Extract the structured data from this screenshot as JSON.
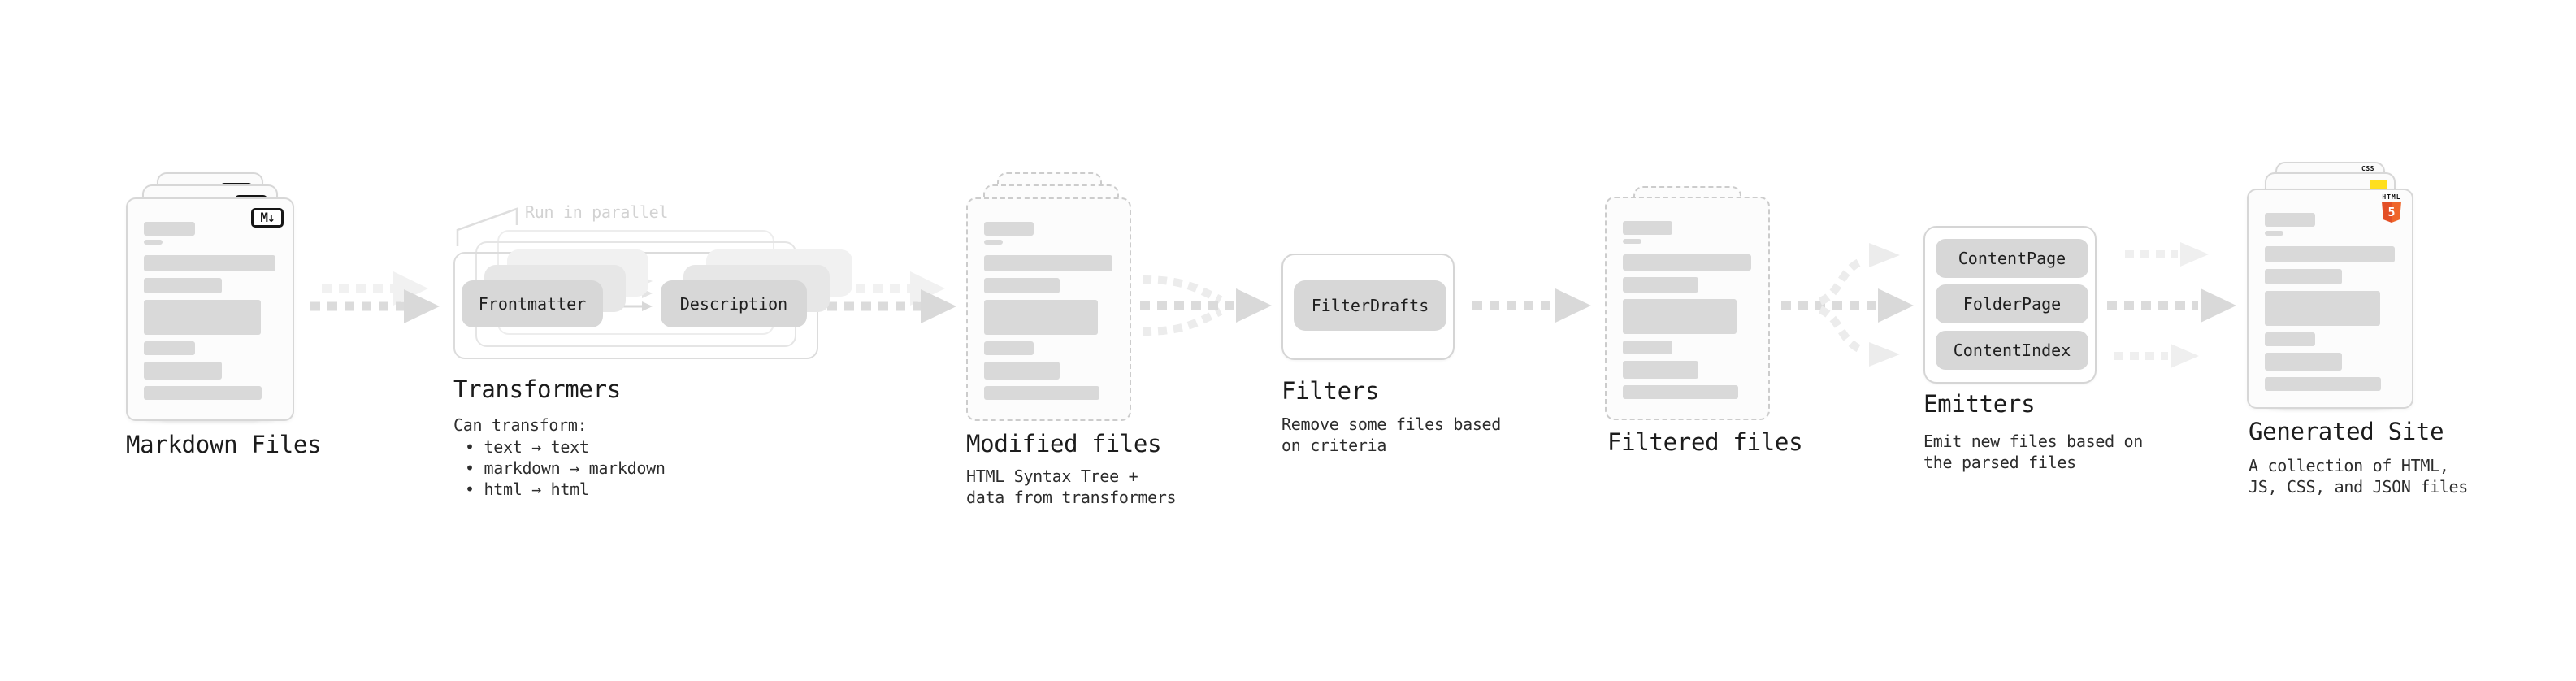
{
  "nodes": {
    "markdown": {
      "label": "Markdown Files",
      "badge": "M↓"
    },
    "transformers": {
      "label": "Transformers",
      "annotation": "Run in parallel",
      "pills": [
        "Frontmatter",
        "Description"
      ],
      "description": "Can transform:",
      "bullets": [
        "• text → text",
        "• markdown → markdown",
        "• html → html"
      ]
    },
    "modified": {
      "label": "Modified files",
      "description": "HTML Syntax Tree +\ndata from transformers"
    },
    "filters": {
      "label": "Filters",
      "pill": "FilterDrafts",
      "description": "Remove some files based\non criteria"
    },
    "filtered": {
      "label": "Filtered files"
    },
    "emitters": {
      "label": "Emitters",
      "pills": [
        "ContentPage",
        "FolderPage",
        "ContentIndex"
      ],
      "description": "Emit new files based on\nthe parsed files"
    },
    "generated": {
      "label": "Generated Site",
      "description": "A collection of HTML,\nJS, CSS, and JSON files",
      "badges": {
        "html5_text": "HTML",
        "html5_number": "5",
        "css": "CSS"
      }
    }
  },
  "colors": {
    "background": "#ffffff",
    "text": "#222222",
    "muted_annotation": "#d2d2d2",
    "card_fill": "#fcfcfc",
    "card_border": "#d7d7d7",
    "skeleton_bar": "#d9d9d9",
    "pill_fill": "#d7d7d7",
    "arrow": "#d9d9d9",
    "arrow_light": "#efefef",
    "html5_orange": "#e34f26",
    "js_yellow": "#ffdf1e",
    "css_blue": "#2962f2"
  }
}
